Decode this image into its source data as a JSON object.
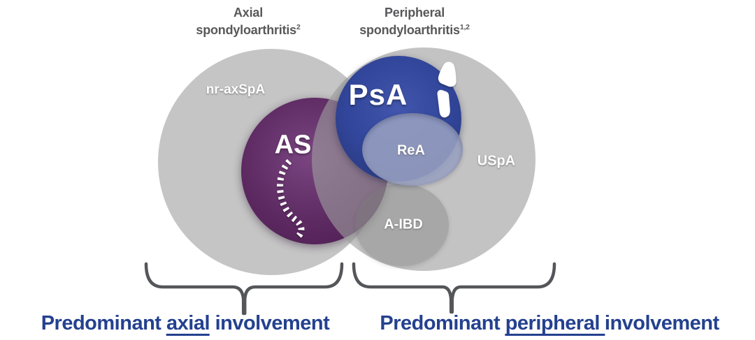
{
  "titles": {
    "left": {
      "line1": "Axial",
      "line2": "spondyloarthritis",
      "sup": "2"
    },
    "right": {
      "line1": "Peripheral",
      "line2": "spondyloarthritis",
      "sup": "1,2"
    }
  },
  "venn": {
    "labels": {
      "nr_axspa": "nr-axSpA",
      "as": "AS",
      "psa": "PsA",
      "rea": "ReA",
      "uspa": "USpA",
      "aibd": "A-IBD"
    },
    "icons": {
      "spine_icon": "spine-vertebrae-curve",
      "joint_icon": "bent-joint-bones"
    }
  },
  "captions": {
    "left": {
      "prefix": "Predominant ",
      "underlined": "axial",
      "suffix": " involvement"
    },
    "right": {
      "prefix": "Predominant ",
      "underlined": "peripheral ",
      "suffix": "involvement"
    }
  },
  "colors": {
    "gray_circle": "#c5c5c5",
    "gray_overlay": "rgba(158,158,158,0.62)",
    "purple_core": "#5d2a62",
    "purple_light": "#7a4581",
    "purple_dark": "#4a1c4f",
    "blue_core": "#31459a",
    "blue_light": "#4156ac",
    "blue_dark": "#273572",
    "rea_fill": "rgba(152,160,192,0.88)",
    "aibd_fill": "rgba(121,121,121,0.38)",
    "title_gray": "#58585a",
    "caption_blue": "#24418f",
    "brace_gray": "#55565a",
    "label_white": "#ffffff"
  }
}
